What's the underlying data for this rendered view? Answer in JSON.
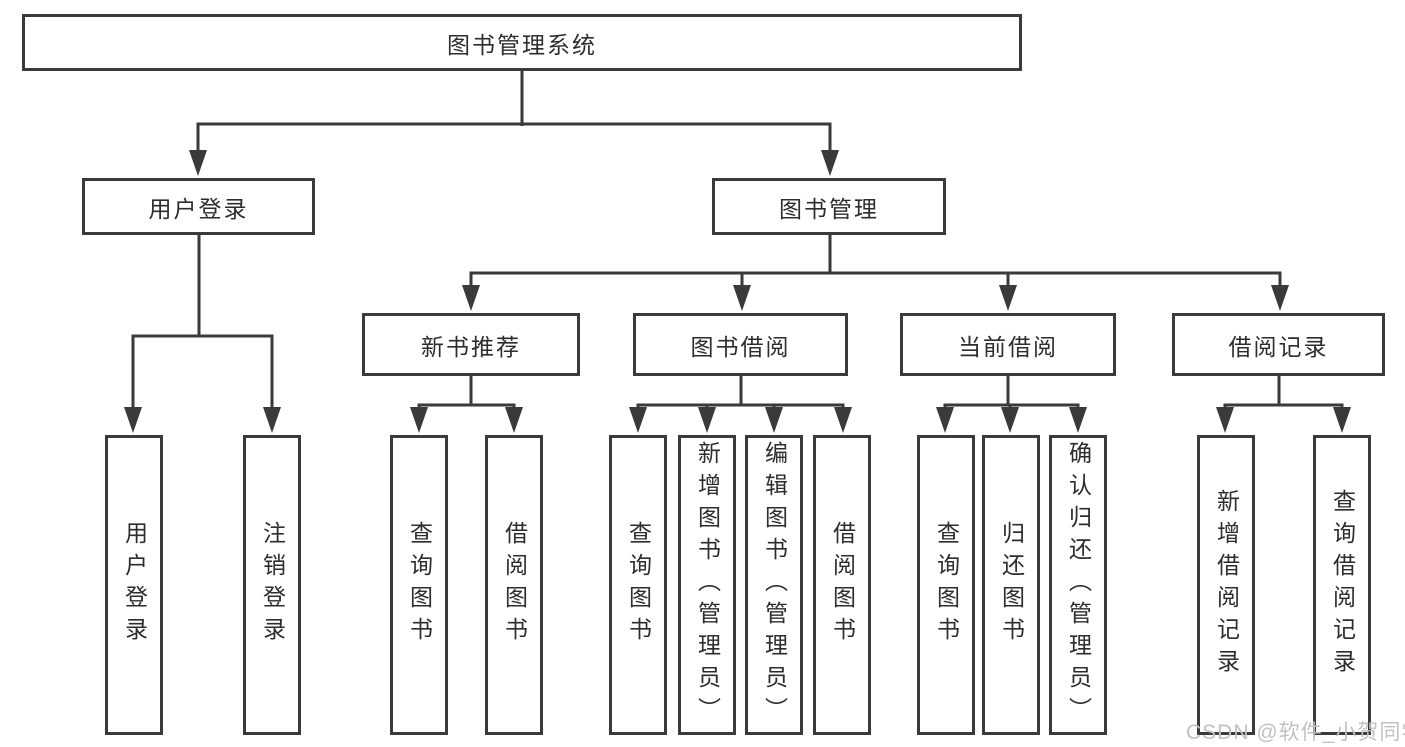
{
  "diagram": {
    "title": "图书管理系统",
    "groups": [
      {
        "label": "用户登录",
        "leaves": [
          "用户登录",
          "注销登录"
        ]
      },
      {
        "label": "图书管理",
        "sections": [
          {
            "label": "新书推荐",
            "leaves": [
              "查询图书",
              "借阅图书"
            ]
          },
          {
            "label": "图书借阅",
            "leaves": [
              "查询图书",
              "新增图书（管理员）",
              "编辑图书（管理员）",
              "借阅图书"
            ]
          },
          {
            "label": "当前借阅",
            "leaves": [
              "查询图书",
              "归还图书",
              "确认归还（管理员）"
            ]
          },
          {
            "label": "借阅记录",
            "leaves": [
              "新增借阅记录",
              "查询借阅记录"
            ]
          }
        ]
      }
    ]
  },
  "watermark": "CSDN @软件_小贺同学",
  "colors": {
    "line": "#3a3a3a",
    "text": "#2d2d2d",
    "watermark": "#c2c1c1",
    "background": "#ffffff"
  }
}
